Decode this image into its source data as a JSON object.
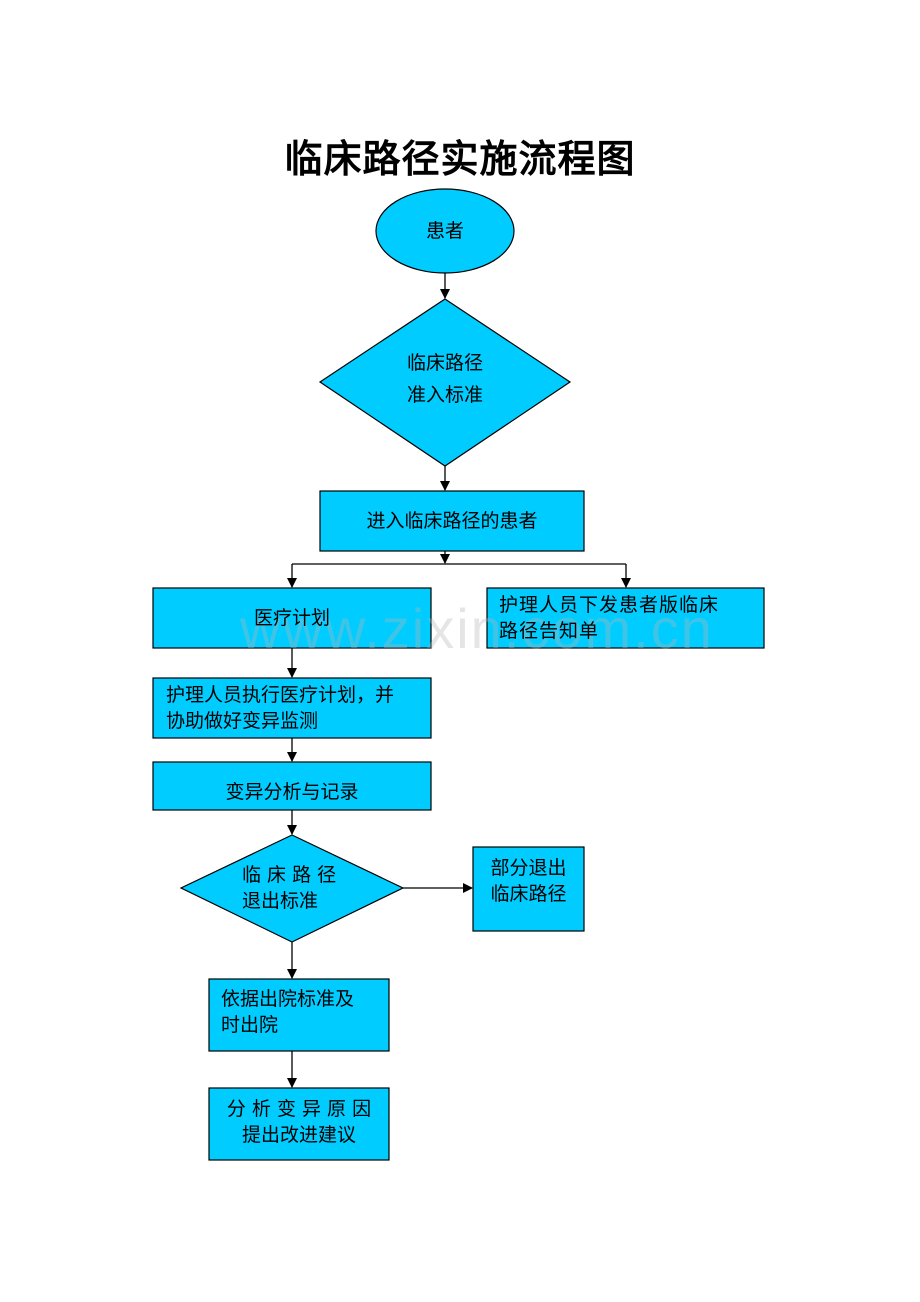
{
  "title": "临床路径实施流程图",
  "colors": {
    "node_fill": "#00ccff",
    "stroke": "#000000"
  },
  "watermark": "www.zixin.com.cn",
  "nodes": {
    "patient": "患者",
    "entry_criteria": [
      "临床路径",
      "准入标准"
    ],
    "entered_patients": "进入临床路径的患者",
    "medical_plan": "医疗计划",
    "notice": [
      "护理人员下发患者版临床",
      "路径告知单"
    ],
    "execute": [
      "护理人员执行医疗计划，并",
      "协助做好变异监测"
    ],
    "variance_record": "变异分析与记录",
    "exit_criteria": [
      "临 床 路 径",
      "退出标准"
    ],
    "partial_exit": [
      "部分退出",
      "临床路径"
    ],
    "discharge": [
      "依据出院标准及",
      "时出院"
    ],
    "analyze": [
      "分 析 变 异 原 因",
      "提出改进建议"
    ]
  }
}
